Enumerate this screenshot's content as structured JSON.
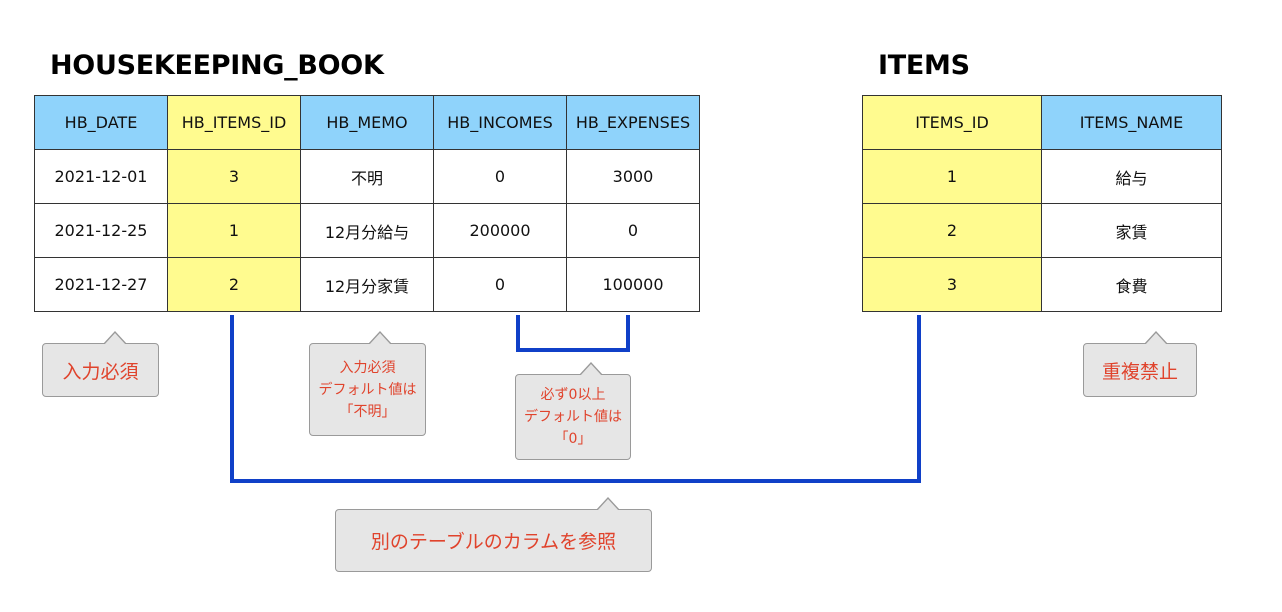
{
  "hb_table": {
    "title": "HOUSEKEEPING_BOOK",
    "headers": [
      "HB_DATE",
      "HB_ITEMS_ID",
      "HB_MEMO",
      "HB_INCOMES",
      "HB_EXPENSES"
    ],
    "rows": [
      [
        "2021-12-01",
        "3",
        "不明",
        "0",
        "3000"
      ],
      [
        "2021-12-25",
        "1",
        "12月分給与",
        "200000",
        "0"
      ],
      [
        "2021-12-27",
        "2",
        "12月分家賃",
        "0",
        "100000"
      ]
    ]
  },
  "items_table": {
    "title": "ITEMS",
    "headers": [
      "ITEMS_ID",
      "ITEMS_NAME"
    ],
    "rows": [
      [
        "1",
        "給与"
      ],
      [
        "2",
        "家賃"
      ],
      [
        "3",
        "食費"
      ]
    ]
  },
  "notes": {
    "date_required": "入力必須",
    "memo_required": "入力必須\nデフォルト値は\n「不明」",
    "amount_rule": "必ず0以上\nデフォルト値は\n「0」",
    "no_duplicates": "重複禁止",
    "foreign_key": "別のテーブルのカラムを参照"
  },
  "colors": {
    "header_blue": "#8fd3fb",
    "key_yellow": "#fffb8f",
    "connector_blue": "#1040c8",
    "note_text_red": "#e0432c",
    "note_bg": "#e6e6e6"
  }
}
